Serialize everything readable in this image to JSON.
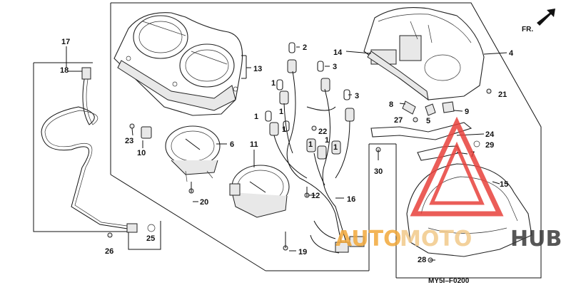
{
  "diagram": {
    "code": "MY5I–F0200",
    "direction_label": "FR.",
    "callouts": [
      {
        "id": "c1a",
        "text": "1"
      },
      {
        "id": "c1b",
        "text": "1"
      },
      {
        "id": "c1c",
        "text": "1"
      },
      {
        "id": "c1d",
        "text": "1"
      },
      {
        "id": "c1e",
        "text": "1"
      },
      {
        "id": "c1f",
        "text": "1"
      },
      {
        "id": "c1g",
        "text": "1"
      },
      {
        "id": "c2",
        "text": "2"
      },
      {
        "id": "c3a",
        "text": "3"
      },
      {
        "id": "c3b",
        "text": "3"
      },
      {
        "id": "c4",
        "text": "4"
      },
      {
        "id": "c5",
        "text": "5"
      },
      {
        "id": "c6",
        "text": "6"
      },
      {
        "id": "c7",
        "text": "7"
      },
      {
        "id": "c8",
        "text": "8"
      },
      {
        "id": "c9",
        "text": "9"
      },
      {
        "id": "c10",
        "text": "10"
      },
      {
        "id": "c11",
        "text": "11"
      },
      {
        "id": "c12",
        "text": "12"
      },
      {
        "id": "c13",
        "text": "13"
      },
      {
        "id": "c14",
        "text": "14"
      },
      {
        "id": "c15",
        "text": "15"
      },
      {
        "id": "c16",
        "text": "16"
      },
      {
        "id": "c17",
        "text": "17"
      },
      {
        "id": "c18",
        "text": "18"
      },
      {
        "id": "c19",
        "text": "19"
      },
      {
        "id": "c20",
        "text": "20"
      },
      {
        "id": "c21",
        "text": "21"
      },
      {
        "id": "c22",
        "text": "22"
      },
      {
        "id": "c23",
        "text": "23"
      },
      {
        "id": "c24",
        "text": "24"
      },
      {
        "id": "c25",
        "text": "25"
      },
      {
        "id": "c26",
        "text": "26"
      },
      {
        "id": "c27",
        "text": "27"
      },
      {
        "id": "c28",
        "text": "28"
      },
      {
        "id": "c29",
        "text": "29"
      },
      {
        "id": "c30",
        "text": "30"
      }
    ]
  },
  "watermark": {
    "text_a": "AUTO",
    "text_b": "MOTO",
    "text_c": "HUB",
    "color_a": "#f2a93b",
    "color_b": "#f2c98a",
    "color_c": "#3a3a3a",
    "triangle_color": "#e8413c"
  }
}
